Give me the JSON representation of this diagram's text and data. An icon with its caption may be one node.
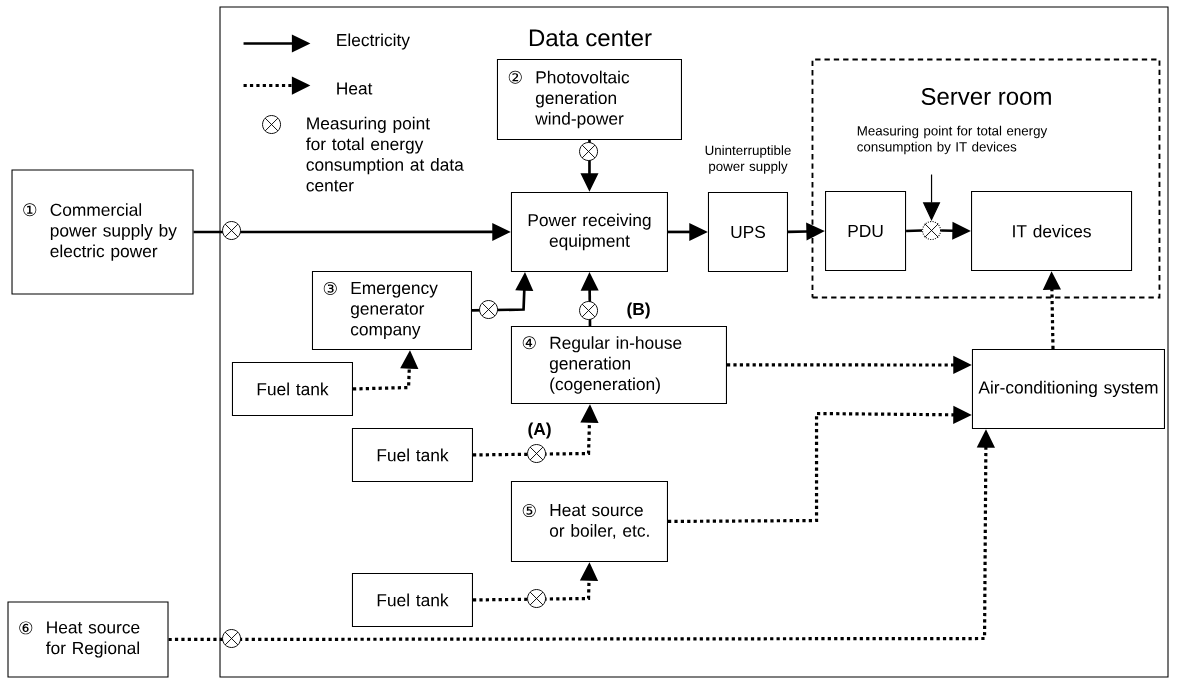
{
  "diagram": {
    "nodes": [
      {
        "text": [
          "Data center"
        ]
      },
      {
        "text": [
          "①",
          "Commercial power supply by electric power"
        ]
      },
      {
        "text": [
          "②",
          "Photovoltaic generation wind-power"
        ],
        "in": 0
      },
      {
        "text": [
          "Power receiving equipment"
        ],
        "in": 0
      },
      {
        "text": [
          "UPS"
        ],
        "beside": [
          "Uninterruptible power supply"
        ],
        "in": 0
      },
      {
        "text": [
          "Server room",
          "Measuring point for total energy consumption by IT devices"
        ],
        "in": 0
      },
      {
        "text": [
          "PDU"
        ],
        "in": 5
      },
      {
        "text": [
          "IT devices"
        ],
        "in": 5
      },
      {
        "text": [
          "③",
          "Emergency generator company"
        ],
        "in": 0
      },
      {
        "text": [
          "④",
          "Regular in-house generation (cogeneration)"
        ],
        "in": 0
      },
      {
        "text": [
          "Fuel tank"
        ],
        "in": 0
      },
      {
        "text": [
          "Air-conditioning system"
        ],
        "in": 0
      },
      {
        "text": [
          "Fuel tank"
        ],
        "in": 0
      },
      {
        "text": [
          "⑤",
          "Heat source or boiler, etc."
        ],
        "in": 0
      },
      {
        "text": [
          "Fuel tank"
        ],
        "in": 0
      },
      {
        "text": [
          "⑥",
          "Heat source for Regional"
        ]
      },
      {
        "text": [],
        "shape": "circle",
        "in": 5
      }
    ],
    "edges": [
      {
        "from": 1,
        "to": 3,
        "arrow": "to"
      },
      {
        "from": 2,
        "to": 3,
        "arrow": "to"
      },
      {
        "from": 3,
        "to": 4,
        "arrow": "to"
      },
      {
        "from": 4,
        "to": 6,
        "arrow": "to"
      },
      {
        "from": 6,
        "to": 16,
        "arrow": "none"
      },
      {
        "from": 16,
        "to": 7,
        "arrow": "to"
      },
      {
        "from": null,
        "to": 16,
        "arrow": "to"
      },
      {
        "from": 8,
        "to": 3,
        "arrow": "to"
      },
      {
        "from": 9,
        "to": 3,
        "arrow": "to"
      },
      {
        "from": 10,
        "to": 8,
        "arrow": "to",
        "style": "dashed"
      },
      {
        "from": 12,
        "to": 9,
        "arrow": "to",
        "style": "dashed"
      },
      {
        "from": 14,
        "to": 13,
        "arrow": "to",
        "style": "dashed"
      },
      {
        "from": 9,
        "to": 11,
        "arrow": "to",
        "style": "dashed"
      },
      {
        "from": 13,
        "to": 11,
        "arrow": "to",
        "style": "dashed"
      },
      {
        "from": 15,
        "to": 11,
        "arrow": "to",
        "style": "dashed"
      },
      {
        "from": 11,
        "to": 7,
        "arrow": "to",
        "style": "dashed"
      }
    ],
    "labels": [
      "(B)",
      "(A)"
    ],
    "legend": [
      {
        "text": "Electricity"
      },
      {
        "text": "Heat"
      },
      {
        "text": "Measuring point for total energy consumption at data center"
      }
    ]
  }
}
